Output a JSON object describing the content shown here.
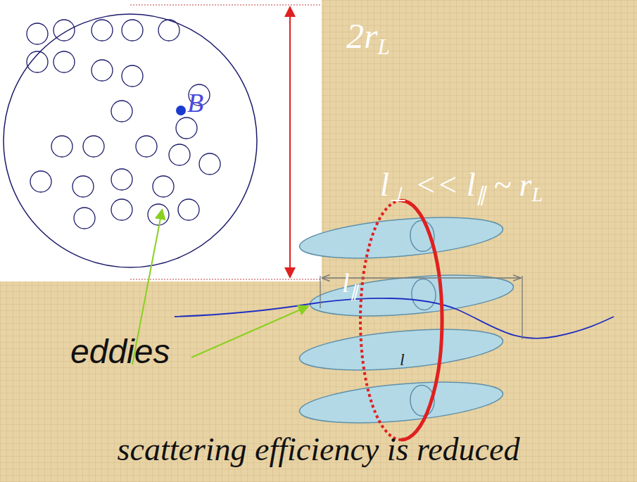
{
  "diagram": {
    "caption": "scattering efficiency is reduced",
    "labels": [
      "2r",
      "L",
      "B",
      "l",
      "⊥",
      " << l",
      "∥",
      " ~ r",
      "L",
      "l",
      "∥",
      "l",
      "eddies"
    ]
  }
}
